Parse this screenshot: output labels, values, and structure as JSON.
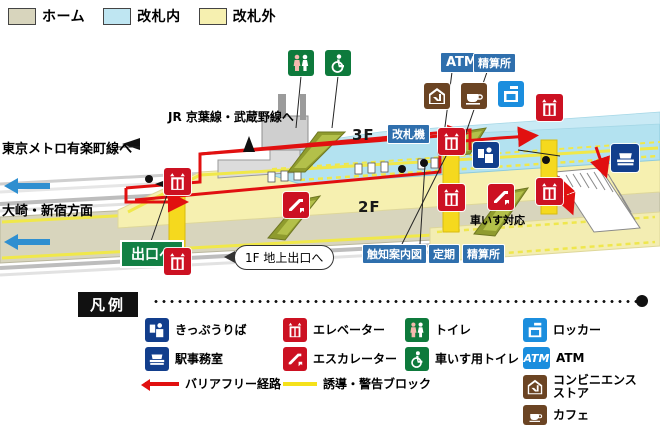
{
  "top_legend": [
    {
      "label": "ホーム",
      "color": "#d8d5bd",
      "name": "platform"
    },
    {
      "label": "改札内",
      "color": "#bfe6f2",
      "name": "inside-gates"
    },
    {
      "label": "改札外",
      "color": "#f6f0b0",
      "name": "outside-gates"
    }
  ],
  "map": {
    "floors": [
      {
        "label": "3F",
        "name": "floor-3f"
      },
      {
        "label": "2F",
        "name": "floor-2f"
      }
    ],
    "badges": [
      {
        "label": "改札機",
        "name": "ticket-gate",
        "color": "#2f6fad"
      },
      {
        "label": "ATM",
        "name": "atm",
        "color": "#2f6fad"
      },
      {
        "label": "精算所",
        "name": "fare-adjustment-3f",
        "color": "#2f6fad"
      },
      {
        "label": "触知案内図",
        "name": "tactile-map",
        "color": "#2f6fad"
      },
      {
        "label": "定期",
        "name": "commuter-pass",
        "color": "#2f6fad"
      },
      {
        "label": "精算所",
        "name": "fare-adjustment-2f",
        "color": "#2f6fad"
      }
    ],
    "exit_badge": {
      "label": "出口へ",
      "name": "to-exit",
      "color": "#128044"
    },
    "callout": {
      "label": "1F 地上出口へ",
      "name": "to-ground-exit"
    },
    "directions": [
      {
        "label": "東京メトロ有楽町線へ",
        "name": "to-tokyo-metro-yurakucho-line"
      },
      {
        "label": "JR 京葉線・武蔵野線へ",
        "name": "to-jr-keiyo-musashino-line"
      },
      {
        "label": "大崎・新宿方面",
        "name": "toward-osaki-shinjuku"
      },
      {
        "label": "車いす対応",
        "name": "wheelchair-accessible"
      }
    ]
  },
  "legend": {
    "title": "凡例",
    "items": [
      {
        "label": "きっぷうりば",
        "icon": "ticket-office-icon",
        "color": "#123e8c"
      },
      {
        "label": "駅事務室",
        "icon": "station-office-icon",
        "color": "#123e8c"
      },
      {
        "label": "バリアフリー経路",
        "icon": "red-arrow-line",
        "color": "#e11010"
      },
      {
        "label": "エレベーター",
        "icon": "elevator-icon",
        "color": "#cc1122"
      },
      {
        "label": "エスカレーター",
        "icon": "escalator-icon",
        "color": "#cc1122"
      },
      {
        "label": "誘導・警告ブロック",
        "icon": "yellow-line",
        "color": "#f5e11a"
      },
      {
        "label": "トイレ",
        "icon": "toilet-icon",
        "color": "#0e7a3c"
      },
      {
        "label": "車いす用トイレ",
        "icon": "wheelchair-toilet-icon",
        "color": "#0e7a3c"
      },
      {
        "label": "ロッカー",
        "icon": "locker-icon",
        "color": "#1b8ede"
      },
      {
        "label": "ATM",
        "icon": "atm-icon",
        "color": "#1b8ede"
      },
      {
        "label": "コンビニエンス\nストア",
        "icon": "convenience-store-icon",
        "color": "#6b4423"
      },
      {
        "label": "カフェ",
        "icon": "cafe-icon",
        "color": "#6b4423"
      }
    ]
  }
}
